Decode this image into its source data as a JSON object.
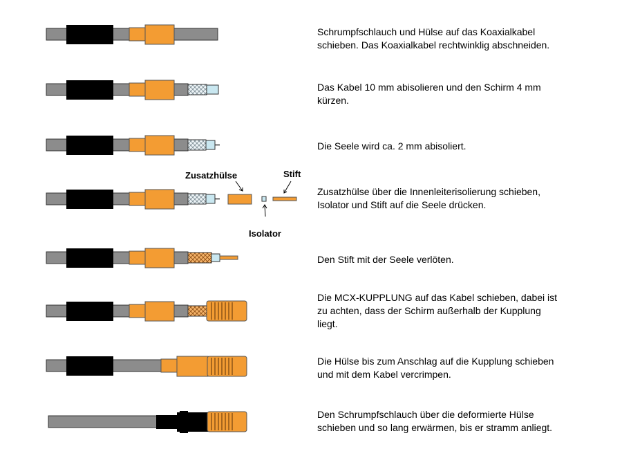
{
  "colors": {
    "cable": "#8c8c8c",
    "shrink_tube": "#000000",
    "ferrule": "#f39c33",
    "insulation": "#c9e7f0",
    "braid": "#d8e8f0",
    "outline": "#333333"
  },
  "steps": [
    {
      "text": "Schrumpfschlauch und Hülse auf das Koaxialkabel\nschieben. Das Koaxialkabel rechtwinklig abschneiden."
    },
    {
      "text": "Das Kabel 10 mm abisolieren und den Schirm 4 mm\nkürzen."
    },
    {
      "text": "Die Seele wird ca. 2 mm abisoliert."
    },
    {
      "text": "Zusatzhülse über die Innenleiterisolierung schieben,\nIsolator und Stift auf die Seele drücken."
    },
    {
      "text": "Den Stift mit der Seele verlöten."
    },
    {
      "text": "Die MCX-KUPPLUNG auf das Kabel schieben, dabei ist\nzu achten, dass der Schirm außerhalb der Kupplung\nliegt."
    },
    {
      "text": "Die Hülse bis zum Anschlag auf die Kupplung schieben\nund mit dem Kabel vercrimpen."
    },
    {
      "text": "Den Schrumpfschlauch über die deformierte Hülse\nschieben und so lang erwärmen, bis er stramm anliegt."
    }
  ],
  "labels": {
    "zusatzhuelse": "Zusatzhülse",
    "stift": "Stift",
    "isolator": "Isolator"
  }
}
